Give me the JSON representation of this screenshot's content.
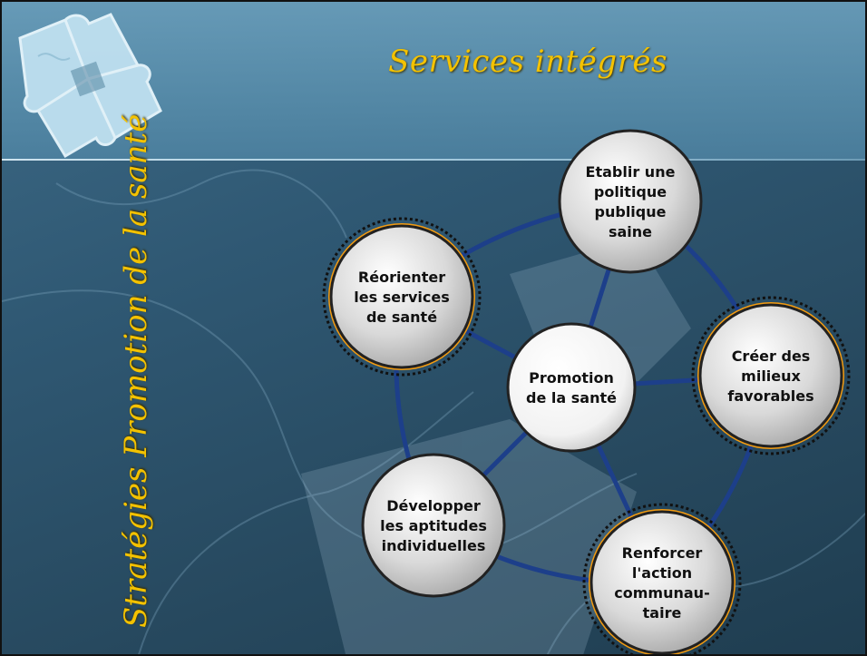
{
  "slide": {
    "title": "Services intégrés",
    "side_title": "Stratégies Promotion de la santé"
  },
  "colors": {
    "title": "#f4c200",
    "ring": "#f39c12",
    "connector": "#1d3f8a",
    "node_fill": "#d9d9d9"
  },
  "diagram": {
    "center": {
      "lines": [
        "Promotion",
        "de la santé"
      ]
    },
    "nodes": [
      {
        "id": "politique",
        "lines": [
          "Etablir une",
          "politique",
          "publique",
          "saine"
        ],
        "highlighted": false
      },
      {
        "id": "milieux",
        "lines": [
          "Créer des",
          "milieux",
          "favorables"
        ],
        "highlighted": true
      },
      {
        "id": "action",
        "lines": [
          "Renforcer",
          "l'action",
          "communau-",
          "taire"
        ],
        "highlighted": true
      },
      {
        "id": "aptitudes",
        "lines": [
          "Développer",
          "les aptitudes",
          "individuelles"
        ],
        "highlighted": false
      },
      {
        "id": "services",
        "lines": [
          "Réorienter",
          "les services",
          "de santé"
        ],
        "highlighted": true
      }
    ]
  }
}
